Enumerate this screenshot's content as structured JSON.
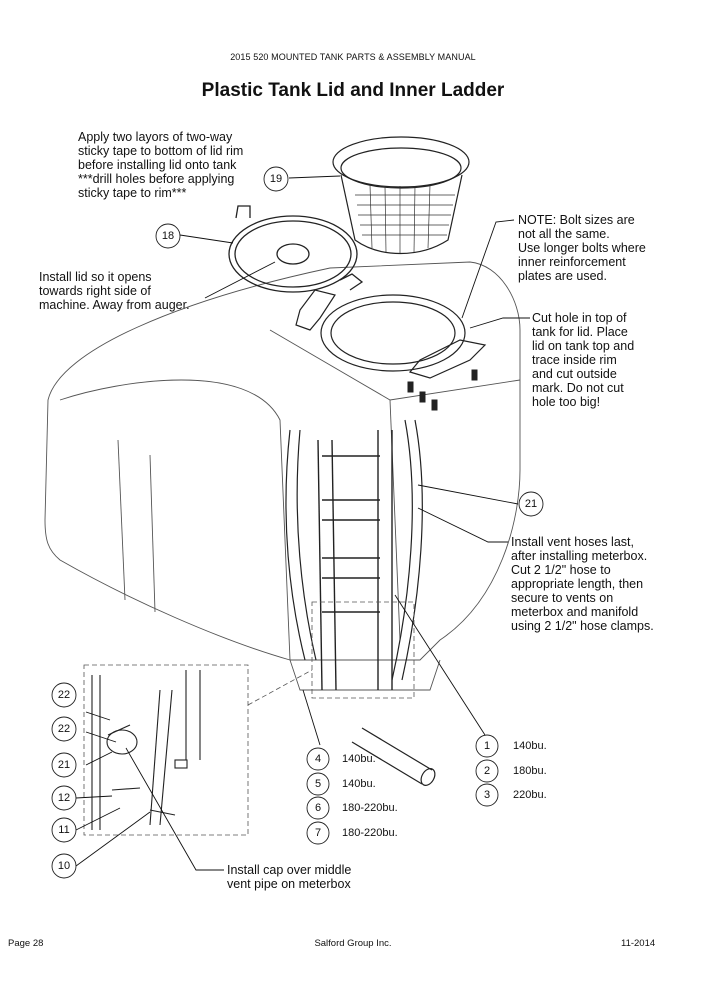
{
  "header": "2015 520 MOUNTED TANK PARTS & ASSEMBLY MANUAL",
  "title": "Plastic Tank Lid and Inner Ladder",
  "notes": {
    "sticky_tape": "Apply two layors of two-way\nsticky tape to bottom of lid rim\nbefore installing lid onto tank\n***drill holes before applying\nsticky tape to rim***",
    "install_lid": "Install lid so it opens\ntowards right side of\nmachine. Away from auger.",
    "bolt_sizes": "NOTE: Bolt sizes are\nnot all the same.\nUse longer bolts where\ninner reinforcement\nplates are used.",
    "cut_hole": "Cut hole in top of\ntank for lid. Place\nlid on tank top and\ntrace inside rim\nand cut outside\nmark. Do not cut\nhole too big!",
    "vent_hoses": "Install vent hoses last,\nafter installing meterbox.\nCut 2 1/2\" hose to\nappropriate length, then\nsecure to vents on\nmeterbox and manifold\nusing 2 1/2\" hose clamps.",
    "install_cap": "Install cap over middle\nvent pipe on meterbox"
  },
  "callouts": {
    "c19": "19",
    "c18": "18",
    "c21a": "21",
    "c22a": "22",
    "c22b": "22",
    "c21b": "21",
    "c12": "12",
    "c11": "11",
    "c10": "10"
  },
  "legend_left": [
    {
      "num": "4",
      "text": "140bu."
    },
    {
      "num": "5",
      "text": "140bu."
    },
    {
      "num": "6",
      "text": "180-220bu."
    },
    {
      "num": "7",
      "text": "180-220bu."
    }
  ],
  "legend_right": [
    {
      "num": "1",
      "text": "140bu."
    },
    {
      "num": "2",
      "text": "180bu."
    },
    {
      "num": "3",
      "text": "220bu."
    }
  ],
  "footer": {
    "page": "Page 28",
    "company": "Salford Group Inc.",
    "date": "11-2014"
  }
}
